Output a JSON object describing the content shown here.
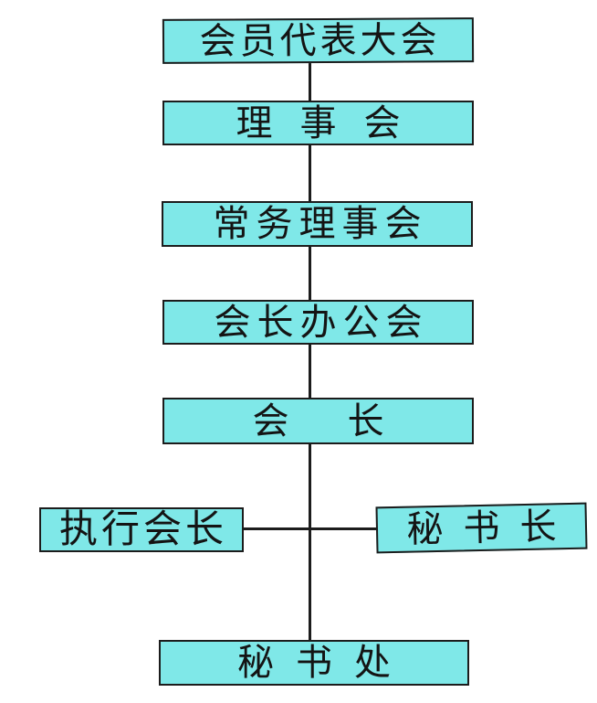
{
  "diagram": {
    "type": "org-chart",
    "colors": {
      "background": "#ffffff",
      "box_fill": "#7fe8e8",
      "box_border": "#1c1c1c",
      "line_color": "#1c1c1c",
      "text": "#141414"
    },
    "nodes": [
      {
        "id": "members-assembly",
        "label": "会员代表大会",
        "level": 1
      },
      {
        "id": "council",
        "label": "理事会",
        "level": 2
      },
      {
        "id": "standing-council",
        "label": "常务理事会",
        "level": 3
      },
      {
        "id": "president-office",
        "label": "会长办公会",
        "level": 4
      },
      {
        "id": "president",
        "label": "会长",
        "level": 5
      },
      {
        "id": "executive-president",
        "label": "执行会长",
        "level": 6
      },
      {
        "id": "secretary-general",
        "label": "秘书长",
        "level": 6
      },
      {
        "id": "secretariat",
        "label": "秘书处",
        "level": 7
      }
    ],
    "edges": [
      {
        "from": "会员代表大会",
        "to": "理事会"
      },
      {
        "from": "理事会",
        "to": "常务理事会"
      },
      {
        "from": "常务理事会",
        "to": "会长办公会"
      },
      {
        "from": "会长办公会",
        "to": "会长"
      },
      {
        "from": "会长",
        "to": "执行会长"
      },
      {
        "from": "会长",
        "to": "秘书长"
      },
      {
        "from": "会长",
        "to": "秘书处"
      }
    ]
  }
}
